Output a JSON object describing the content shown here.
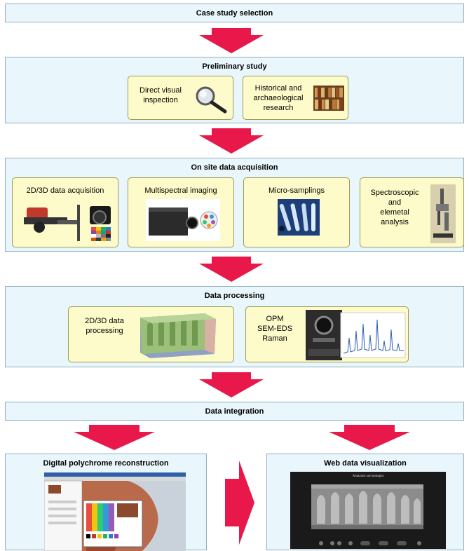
{
  "case_study": {
    "title": "Case study selection"
  },
  "preliminary": {
    "title": "Preliminary study",
    "cards": [
      {
        "lines": [
          "Direct visual",
          "inspection"
        ],
        "icon": "magnifier-icon"
      },
      {
        "lines": [
          "Historical and",
          "archaeological",
          "research"
        ],
        "icon": "books-icon"
      }
    ]
  },
  "onsite": {
    "title": "On site data acquisition",
    "cards": [
      {
        "label": "2D/3D data acquisition",
        "icon": "camera-scanner-icon"
      },
      {
        "label": "Multispectral imaging",
        "icon": "multispectral-camera-icon"
      },
      {
        "label": "Micro-samplings",
        "icon": "sample-vials-icon"
      },
      {
        "lines": [
          "Spectroscopic",
          "and",
          "elemetal",
          "analysis"
        ],
        "icon": "microscope-icon"
      }
    ]
  },
  "processing": {
    "title": "Data processing",
    "cards": [
      {
        "lines": [
          "2D/3D data",
          "processing"
        ],
        "icon": "3d-model-icon"
      },
      {
        "lines": [
          "OPM",
          "SEM-EDS",
          "Raman"
        ],
        "icon": "spectrum-icon"
      }
    ]
  },
  "integration": {
    "title": "Data integration"
  },
  "outputs": [
    {
      "title": "Digital polychrome reconstruction",
      "icon": "software-screenshot-icon"
    },
    {
      "title": "Web data visualization",
      "icon": "web-viewer-screenshot-icon",
      "viewer_title": "Amazons sarcophagus"
    }
  ],
  "colors": {
    "arrow": "#e8184a",
    "stage_bg": "#e9f6fb",
    "card_bg": "#fdfbc9"
  }
}
